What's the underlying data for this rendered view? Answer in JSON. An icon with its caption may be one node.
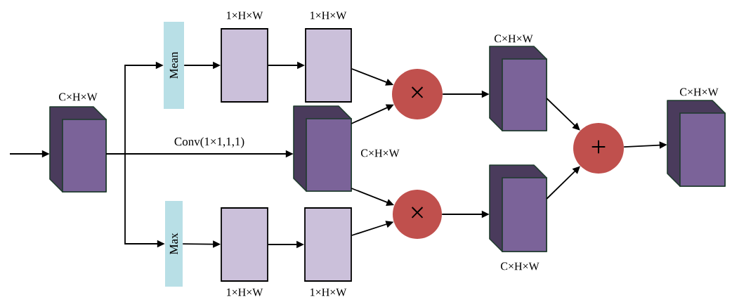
{
  "diagram": {
    "nodes": [
      {
        "text": [],
        "shape": "cube",
        "beside": [
          "C×H×W"
        ]
      },
      {
        "text": [
          "Mean"
        ]
      },
      {
        "text": [
          "Max"
        ]
      },
      {
        "text": [],
        "shape": "box",
        "beside": [
          "1×H×W"
        ]
      },
      {
        "text": [],
        "shape": "box",
        "beside": [
          "1×H×W"
        ]
      },
      {
        "text": [],
        "shape": "cube",
        "beside": [
          "C×H×W"
        ]
      },
      {
        "text": [],
        "shape": "box",
        "beside": [
          "1×H×W"
        ]
      },
      {
        "text": [],
        "shape": "box",
        "beside": [
          "1×H×W"
        ]
      },
      {
        "text": [
          "×"
        ]
      },
      {
        "text": [
          "×"
        ]
      },
      {
        "text": [],
        "shape": "cube",
        "beside": [
          "C×H×W"
        ]
      },
      {
        "text": [],
        "shape": "cube",
        "beside": [
          "C×H×W"
        ]
      },
      {
        "text": [
          "+"
        ]
      },
      {
        "text": [],
        "shape": "cube",
        "beside": [
          "C×H×W"
        ]
      }
    ],
    "edges": [
      {
        "from": null,
        "to": 0,
        "arrow": "to"
      },
      {
        "from": 0,
        "to": 1,
        "arrow": "to"
      },
      {
        "from": 0,
        "to": 5,
        "arrow": "to",
        "label": "Conv(1×1,1,1)"
      },
      {
        "from": 0,
        "to": 2,
        "arrow": "to"
      },
      {
        "from": 1,
        "to": 3,
        "arrow": "to"
      },
      {
        "from": 3,
        "to": 4,
        "arrow": "to"
      },
      {
        "from": 2,
        "to": 6,
        "arrow": "to"
      },
      {
        "from": 6,
        "to": 7,
        "arrow": "to"
      },
      {
        "from": 4,
        "to": 8,
        "arrow": "to"
      },
      {
        "from": 5,
        "to": 8,
        "arrow": "to"
      },
      {
        "from": 5,
        "to": 9,
        "arrow": "to"
      },
      {
        "from": 7,
        "to": 9,
        "arrow": "to"
      },
      {
        "from": 8,
        "to": 10,
        "arrow": "to"
      },
      {
        "from": 9,
        "to": 11,
        "arrow": "to"
      },
      {
        "from": 10,
        "to": 12,
        "arrow": "to"
      },
      {
        "from": 11,
        "to": 12,
        "arrow": "to"
      },
      {
        "from": 12,
        "to": 13,
        "arrow": "to"
      }
    ]
  }
}
